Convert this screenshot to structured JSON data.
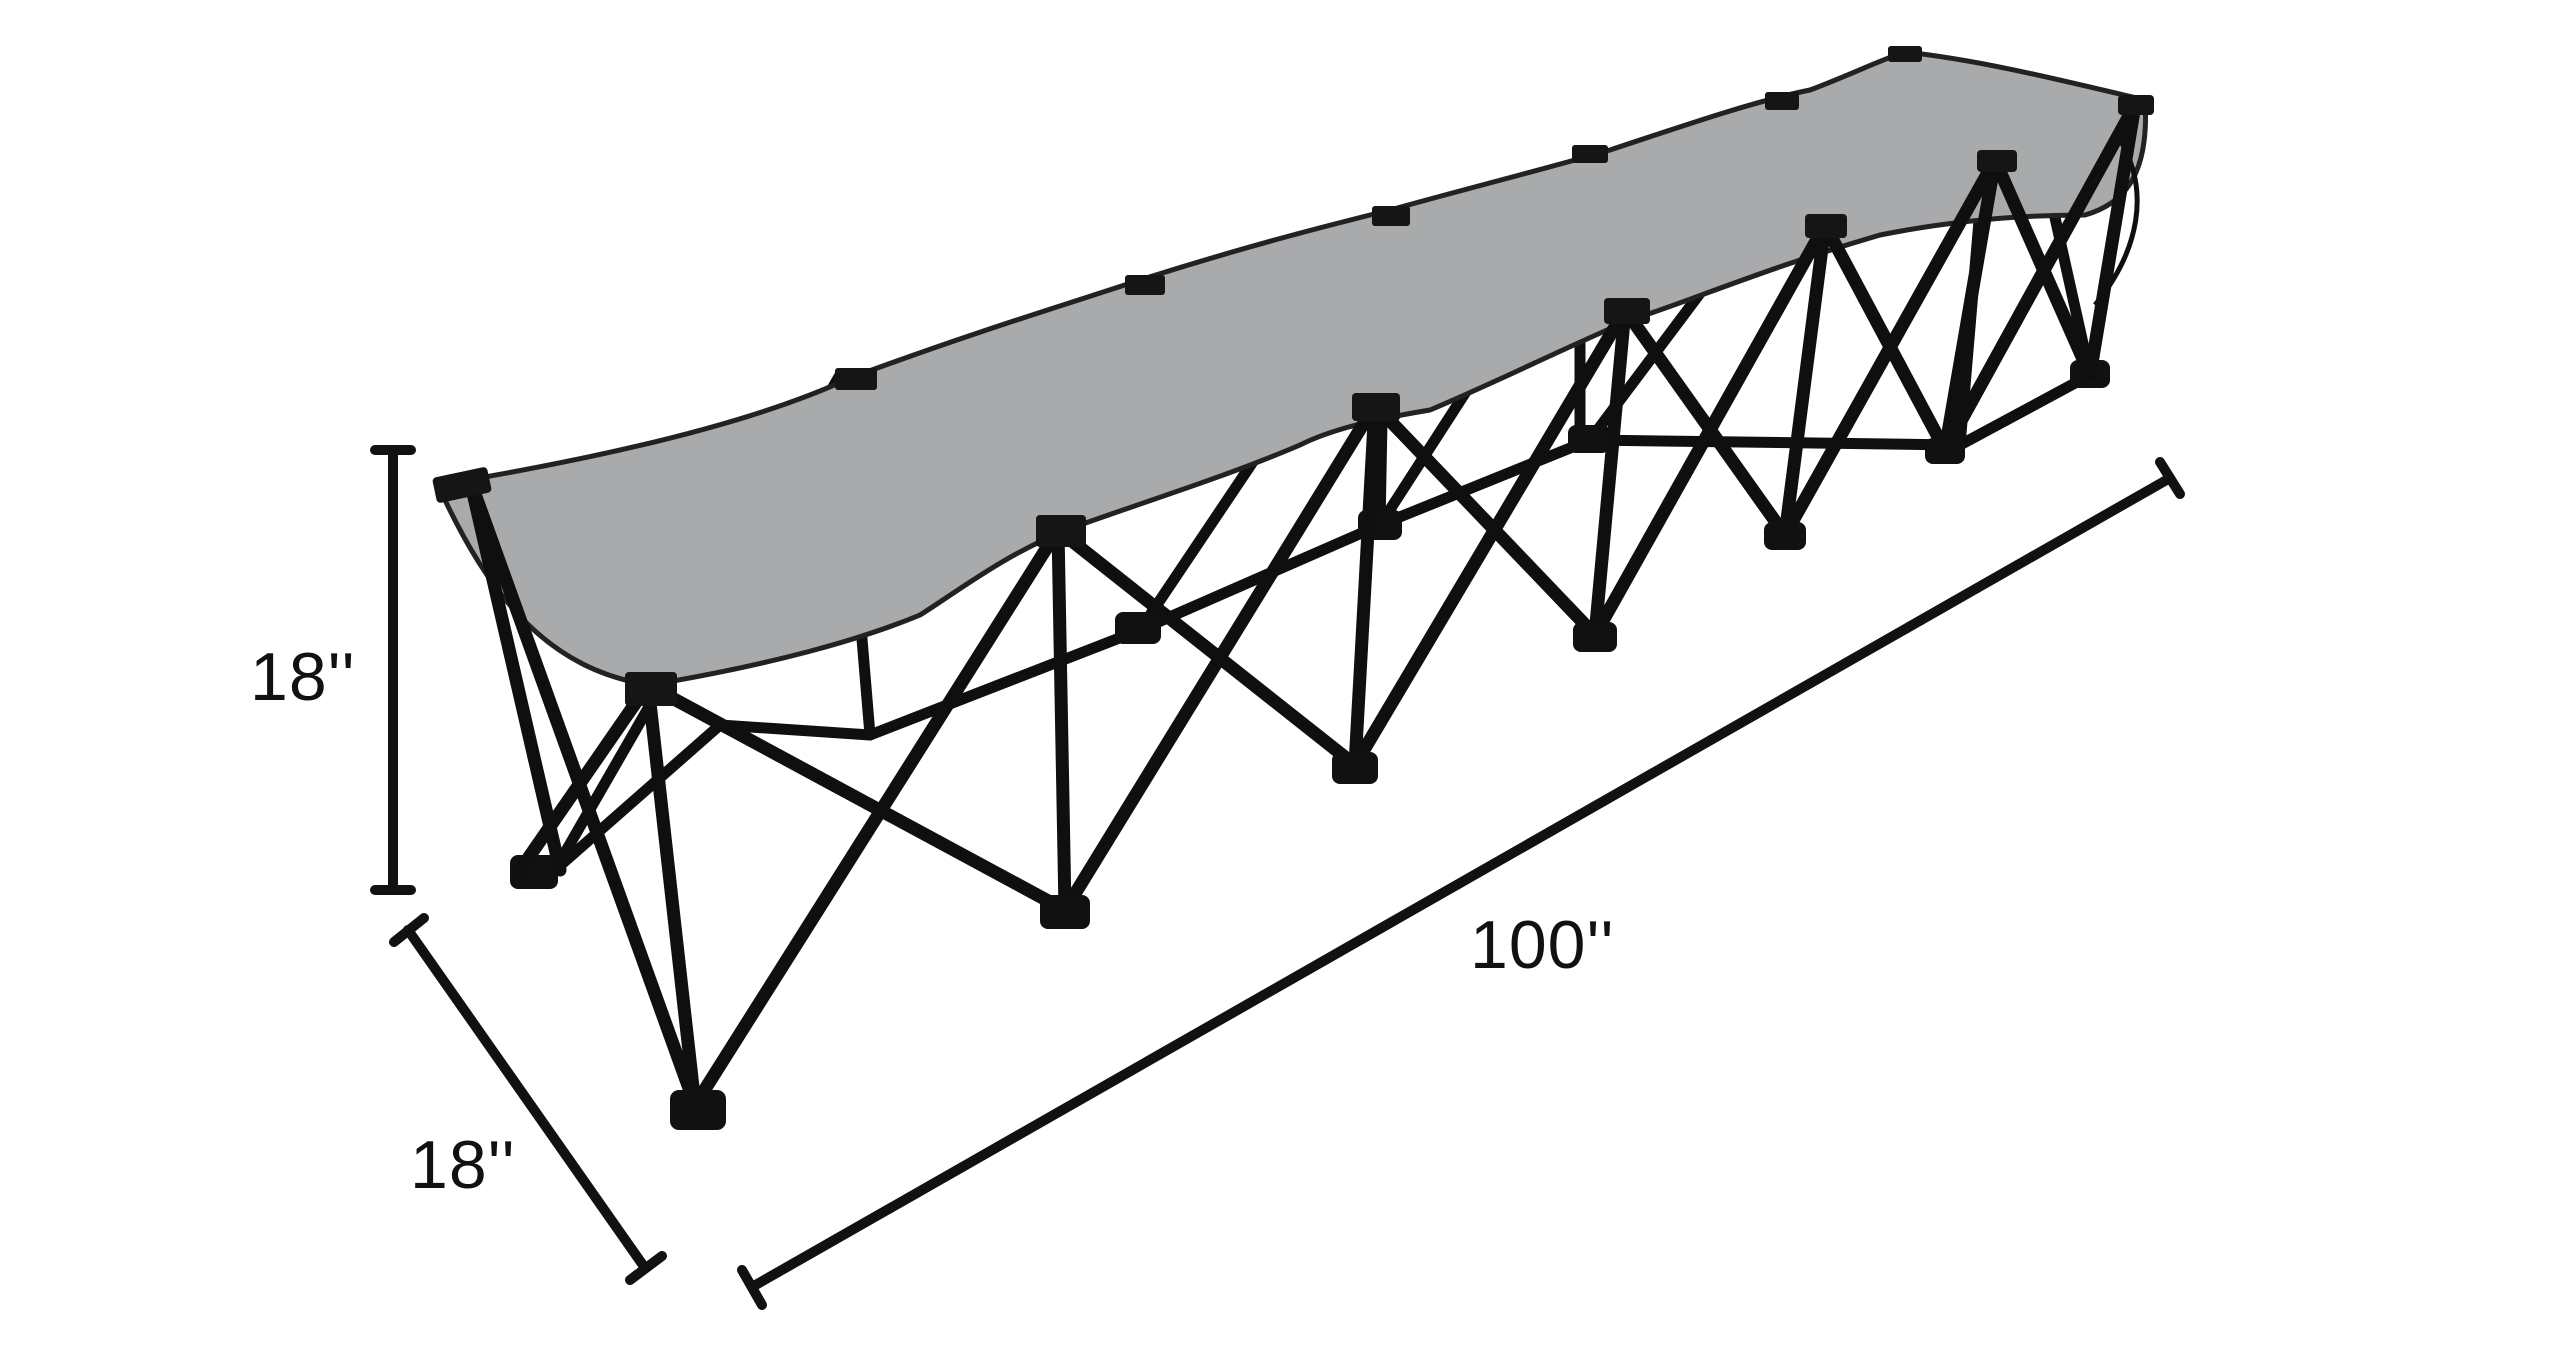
{
  "dimensions": {
    "height": {
      "label": "18''"
    },
    "depth": {
      "label": "18''"
    },
    "length": {
      "label": "100''"
    }
  },
  "colors": {
    "seat_fabric": "#a9aaac",
    "seat_edge": "#222222",
    "frame": "#0f0f0f",
    "dimension_line": "#111111",
    "background": "#ffffff"
  }
}
